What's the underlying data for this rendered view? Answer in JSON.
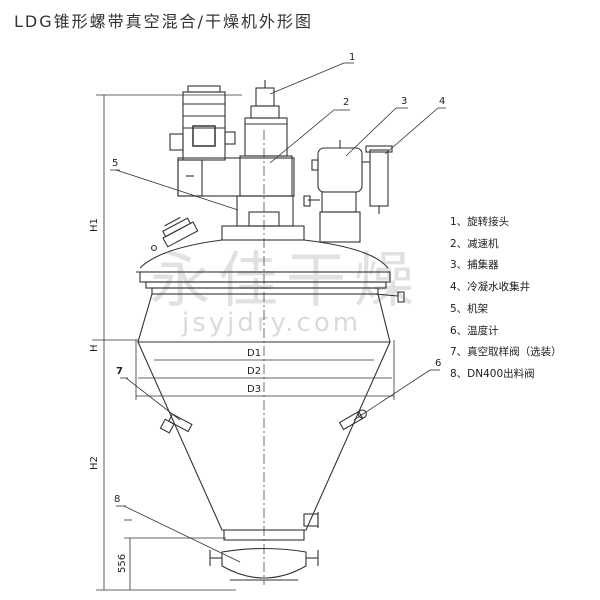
{
  "title": "LDG锥形螺带真空混合/干燥机外形图",
  "watermark": {
    "brand": "永佳干燥",
    "url": "jsyjdry.com"
  },
  "callouts": [
    "1",
    "2",
    "3",
    "4",
    "5",
    "6",
    "7",
    "8"
  ],
  "dimensions": {
    "h1": "H1",
    "h": "H",
    "h2": "H2",
    "d1": "D1",
    "d2": "D2",
    "d3": "D3",
    "h556": "556"
  },
  "legend": [
    "1、旋转接头",
    "2、减速机",
    "3、捕集器",
    "4、冷凝水收集井",
    "5、机架",
    "6、温度计",
    "7、真空取样阀（选装）",
    "8、DN400出料阀"
  ]
}
